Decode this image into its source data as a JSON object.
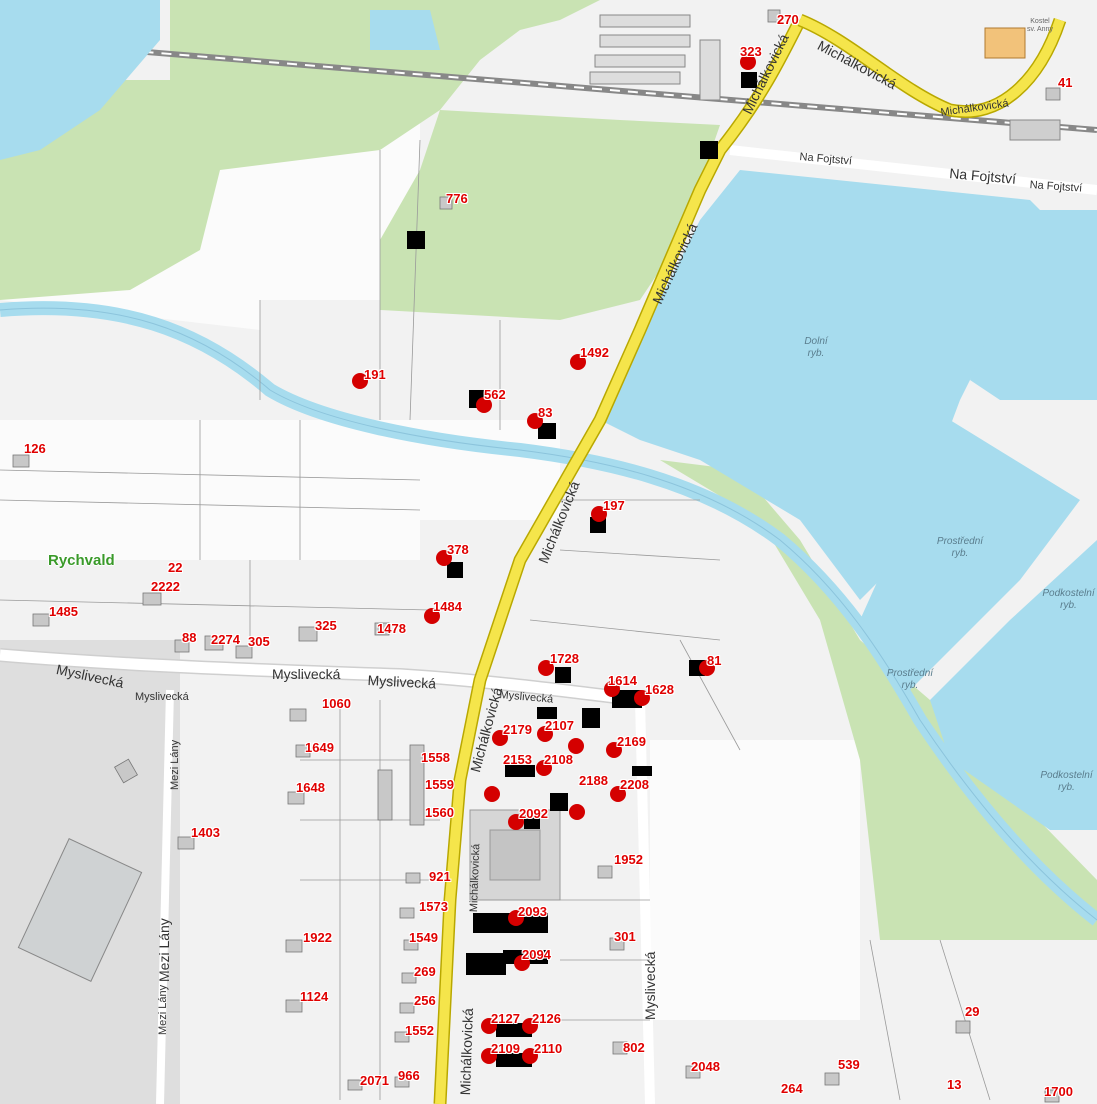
{
  "map": {
    "place_label": "Rychvald",
    "ponds": [
      {
        "id": "dolni",
        "name": "Dolní\nryb."
      },
      {
        "id": "prostredni",
        "name": "Prostřední\nryb."
      },
      {
        "id": "prostredni2",
        "name": "Prostřední\nryb."
      },
      {
        "id": "podkostelni",
        "name": "Podkostelní\nryb."
      },
      {
        "id": "podkostelni2",
        "name": "Podkostelní\nryb."
      }
    ],
    "church_label": "Kostel\nsv. Anny",
    "streets": [
      {
        "id": "mich-top",
        "name": "Michálkovická"
      },
      {
        "id": "mich-top2",
        "name": "Michálkovická"
      },
      {
        "id": "mich-top3",
        "name": "Michálkovická"
      },
      {
        "id": "mich-mid",
        "name": "Michálkovická"
      },
      {
        "id": "mich-mid2",
        "name": "Michálkovická"
      },
      {
        "id": "mich-mid3",
        "name": "Michálkovická"
      },
      {
        "id": "mich-low",
        "name": "Michálkovická"
      },
      {
        "id": "mich-low2",
        "name": "Michálkovická"
      },
      {
        "id": "nafojt1",
        "name": "Na Fojtství"
      },
      {
        "id": "nafojt2",
        "name": "Na Fojtství"
      },
      {
        "id": "nafojt3",
        "name": "Na Fojtství"
      },
      {
        "id": "mysl1",
        "name": "Myslivecká"
      },
      {
        "id": "mysl2",
        "name": "Myslivecká"
      },
      {
        "id": "mysl3",
        "name": "Myslivecká"
      },
      {
        "id": "mysl4",
        "name": "Myslivecká"
      },
      {
        "id": "mysl5",
        "name": "Myslivecká"
      },
      {
        "id": "mysl6",
        "name": "Myslivecká"
      },
      {
        "id": "mezi1",
        "name": "Mezi Lány"
      },
      {
        "id": "mezi2",
        "name": "Mezi Lány"
      },
      {
        "id": "mezi3",
        "name": "Mezi Lány"
      }
    ],
    "parcel_labels": [
      {
        "id": "p270",
        "text": "270"
      },
      {
        "id": "p323",
        "text": "323"
      },
      {
        "id": "p41",
        "text": "41"
      },
      {
        "id": "p776",
        "text": "776"
      },
      {
        "id": "p1492",
        "text": "1492"
      },
      {
        "id": "p191",
        "text": "191"
      },
      {
        "id": "p562",
        "text": "562"
      },
      {
        "id": "p83",
        "text": "83"
      },
      {
        "id": "p126",
        "text": "126"
      },
      {
        "id": "p197",
        "text": "197"
      },
      {
        "id": "p378",
        "text": "378"
      },
      {
        "id": "p22",
        "text": "22"
      },
      {
        "id": "p2222",
        "text": "2222"
      },
      {
        "id": "p1485",
        "text": "1485"
      },
      {
        "id": "p1484",
        "text": "1484"
      },
      {
        "id": "p325",
        "text": "325"
      },
      {
        "id": "p1478",
        "text": "1478"
      },
      {
        "id": "p88",
        "text": "88"
      },
      {
        "id": "p2274",
        "text": "2274"
      },
      {
        "id": "p305",
        "text": "305"
      },
      {
        "id": "p1728",
        "text": "1728"
      },
      {
        "id": "p81",
        "text": "81"
      },
      {
        "id": "p1614",
        "text": "1614"
      },
      {
        "id": "p1628",
        "text": "1628"
      },
      {
        "id": "p1060",
        "text": "1060"
      },
      {
        "id": "p2179",
        "text": "2179"
      },
      {
        "id": "p2107",
        "text": "2107"
      },
      {
        "id": "p2169",
        "text": "2169"
      },
      {
        "id": "p1649",
        "text": "1649"
      },
      {
        "id": "p1558",
        "text": "1558"
      },
      {
        "id": "p2153",
        "text": "2153"
      },
      {
        "id": "p2108",
        "text": "2108"
      },
      {
        "id": "p2188",
        "text": "2188"
      },
      {
        "id": "p2208",
        "text": "2208"
      },
      {
        "id": "p1648",
        "text": "1648"
      },
      {
        "id": "p1559",
        "text": "1559"
      },
      {
        "id": "p1560",
        "text": "1560"
      },
      {
        "id": "p2092",
        "text": "2092"
      },
      {
        "id": "p1403",
        "text": "1403"
      },
      {
        "id": "p1952",
        "text": "1952"
      },
      {
        "id": "p921",
        "text": "921"
      },
      {
        "id": "p1573",
        "text": "1573"
      },
      {
        "id": "p2093",
        "text": "2093"
      },
      {
        "id": "p1922",
        "text": "1922"
      },
      {
        "id": "p1549",
        "text": "1549"
      },
      {
        "id": "p301",
        "text": "301"
      },
      {
        "id": "p2094",
        "text": "2094"
      },
      {
        "id": "p269",
        "text": "269"
      },
      {
        "id": "p1124",
        "text": "1124"
      },
      {
        "id": "p256",
        "text": "256"
      },
      {
        "id": "p29",
        "text": "29"
      },
      {
        "id": "p2127",
        "text": "2127"
      },
      {
        "id": "p2126",
        "text": "2126"
      },
      {
        "id": "p1552",
        "text": "1552"
      },
      {
        "id": "p2109",
        "text": "2109"
      },
      {
        "id": "p2110",
        "text": "2110"
      },
      {
        "id": "p802",
        "text": "802"
      },
      {
        "id": "p539",
        "text": "539"
      },
      {
        "id": "p2048",
        "text": "2048"
      },
      {
        "id": "p2071",
        "text": "2071"
      },
      {
        "id": "p966",
        "text": "966"
      },
      {
        "id": "p264",
        "text": "264"
      },
      {
        "id": "p13",
        "text": "13"
      },
      {
        "id": "p1700",
        "text": "1700"
      }
    ],
    "colors": {
      "water": "#a7dcee",
      "forest": "#c9e3b3",
      "road_main": "#f5e54b",
      "marker": "#d40000",
      "building": "#c8c8c8"
    }
  }
}
